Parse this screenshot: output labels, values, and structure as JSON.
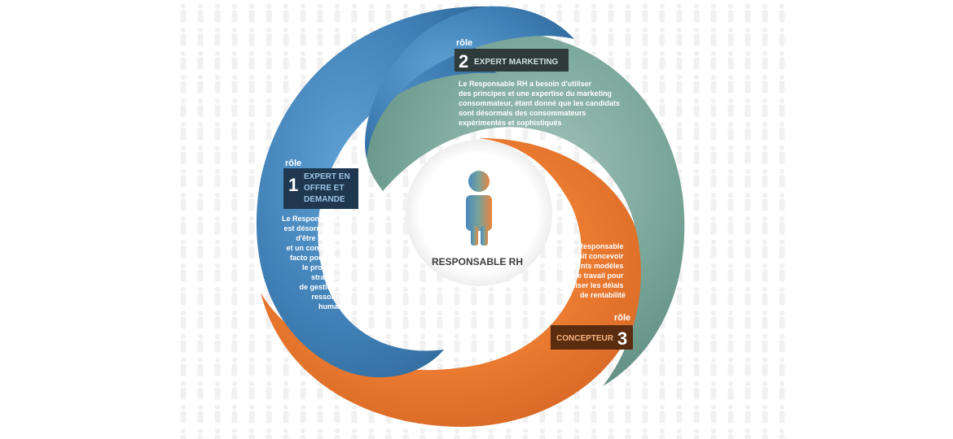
{
  "center": {
    "label": "RESPONSABLE RH"
  },
  "roles": [
    {
      "word": "rôle",
      "number": "1",
      "title_lines": [
        "EXPERT EN",
        "OFFRE ET",
        "DEMANDE"
      ],
      "description_lines": [
        "Le Responsable RH",
        "est désormais tenu",
        "d'être un expert",
        "et un conseiller de",
        "facto pour diriger",
        "le programme",
        "stratégique",
        "de gestion des",
        "ressources",
        "humaines"
      ]
    },
    {
      "word": "rôle",
      "number": "2",
      "title_lines": [
        "EXPERT MARKETING"
      ],
      "description_lines": [
        "Le Responsable RH a besoin d'utiliser",
        "des principes et une expertise du marketing",
        "consommateur, étant donné que les candidats",
        "sont désormais des consommateurs",
        "expérimentés et sophistiqués"
      ]
    },
    {
      "word": "rôle",
      "number": "3",
      "title_lines": [
        "CONCEPTEUR"
      ],
      "description_lines": [
        "Le Responsable",
        "RH doit concevoir",
        "différents modèles",
        "de travail pour",
        "optimiser les délais",
        "de rentabilité"
      ]
    }
  ],
  "colors": {
    "blue": "#3f7fb5",
    "teal": "#6f9e92",
    "orange": "#e9752b",
    "badge_blue": "#1f3850",
    "badge_teal": "#2f3a3b",
    "badge_orange": "#5b2d10",
    "badge_title_blue": "#9cc3e4",
    "badge_title_teal": "#cfe2dc",
    "badge_title_orange": "#f6b480",
    "pattern": "#f1f1f1"
  }
}
